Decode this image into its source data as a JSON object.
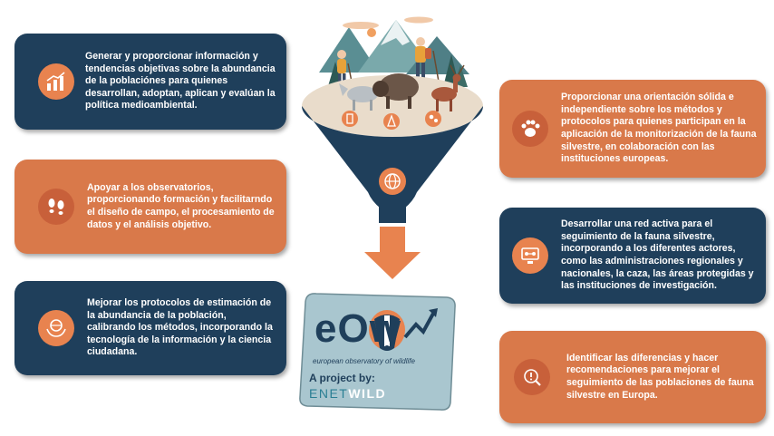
{
  "cards": {
    "c1": "Generar y proporcionar información y tendencias objetivas sobre la abundancia de la poblaciónes para quienes desarrollan, adoptan, aplican y evalúan la política medioambiental.",
    "c2": "Apoyar a los observatorios, proporcionando formación y facilitarndo el diseño de campo, el procesamiento de datos y el análisis objetivo.",
    "c3": "Mejorar los protocolos de estimación de la abundancia de la población, calibrando los métodos, incorporando la tecnología de la información y la ciencia ciudadana.",
    "c4": "Proporcionar una orientación sólida e independiente sobre los métodos y protocolos para quienes participan en la aplicación de la monitorización de la fauna silvestre, en colaboración con las instituciones europeas.",
    "c5": "Desarrollar una red activa para el seguimiento de la fauna silvestre, incorporando a los diferentes actores, como las administraciones regionales y nacionales, la caza, las áreas protegidas y las instituciones de investigación.",
    "c6": "Identificar las diferencias y hacer recomendaciones  para mejorar el seguimiento de las poblaciones de fauna silvestre en Europa."
  },
  "logo": {
    "mark": "eOw",
    "tagline": "european observatory of wildlife",
    "project_by": "A project by:",
    "enet": "ENET",
    "wild": "WILD"
  },
  "colors": {
    "navy": "#1f3f5b",
    "orange": "#d9794a",
    "accent": "#e8834f",
    "logo_bg": "#a9c6cf"
  },
  "icons": [
    "chart-icon",
    "footprints-icon",
    "globe-hands-icon",
    "paw-icon",
    "network-icon",
    "warning-icon"
  ]
}
